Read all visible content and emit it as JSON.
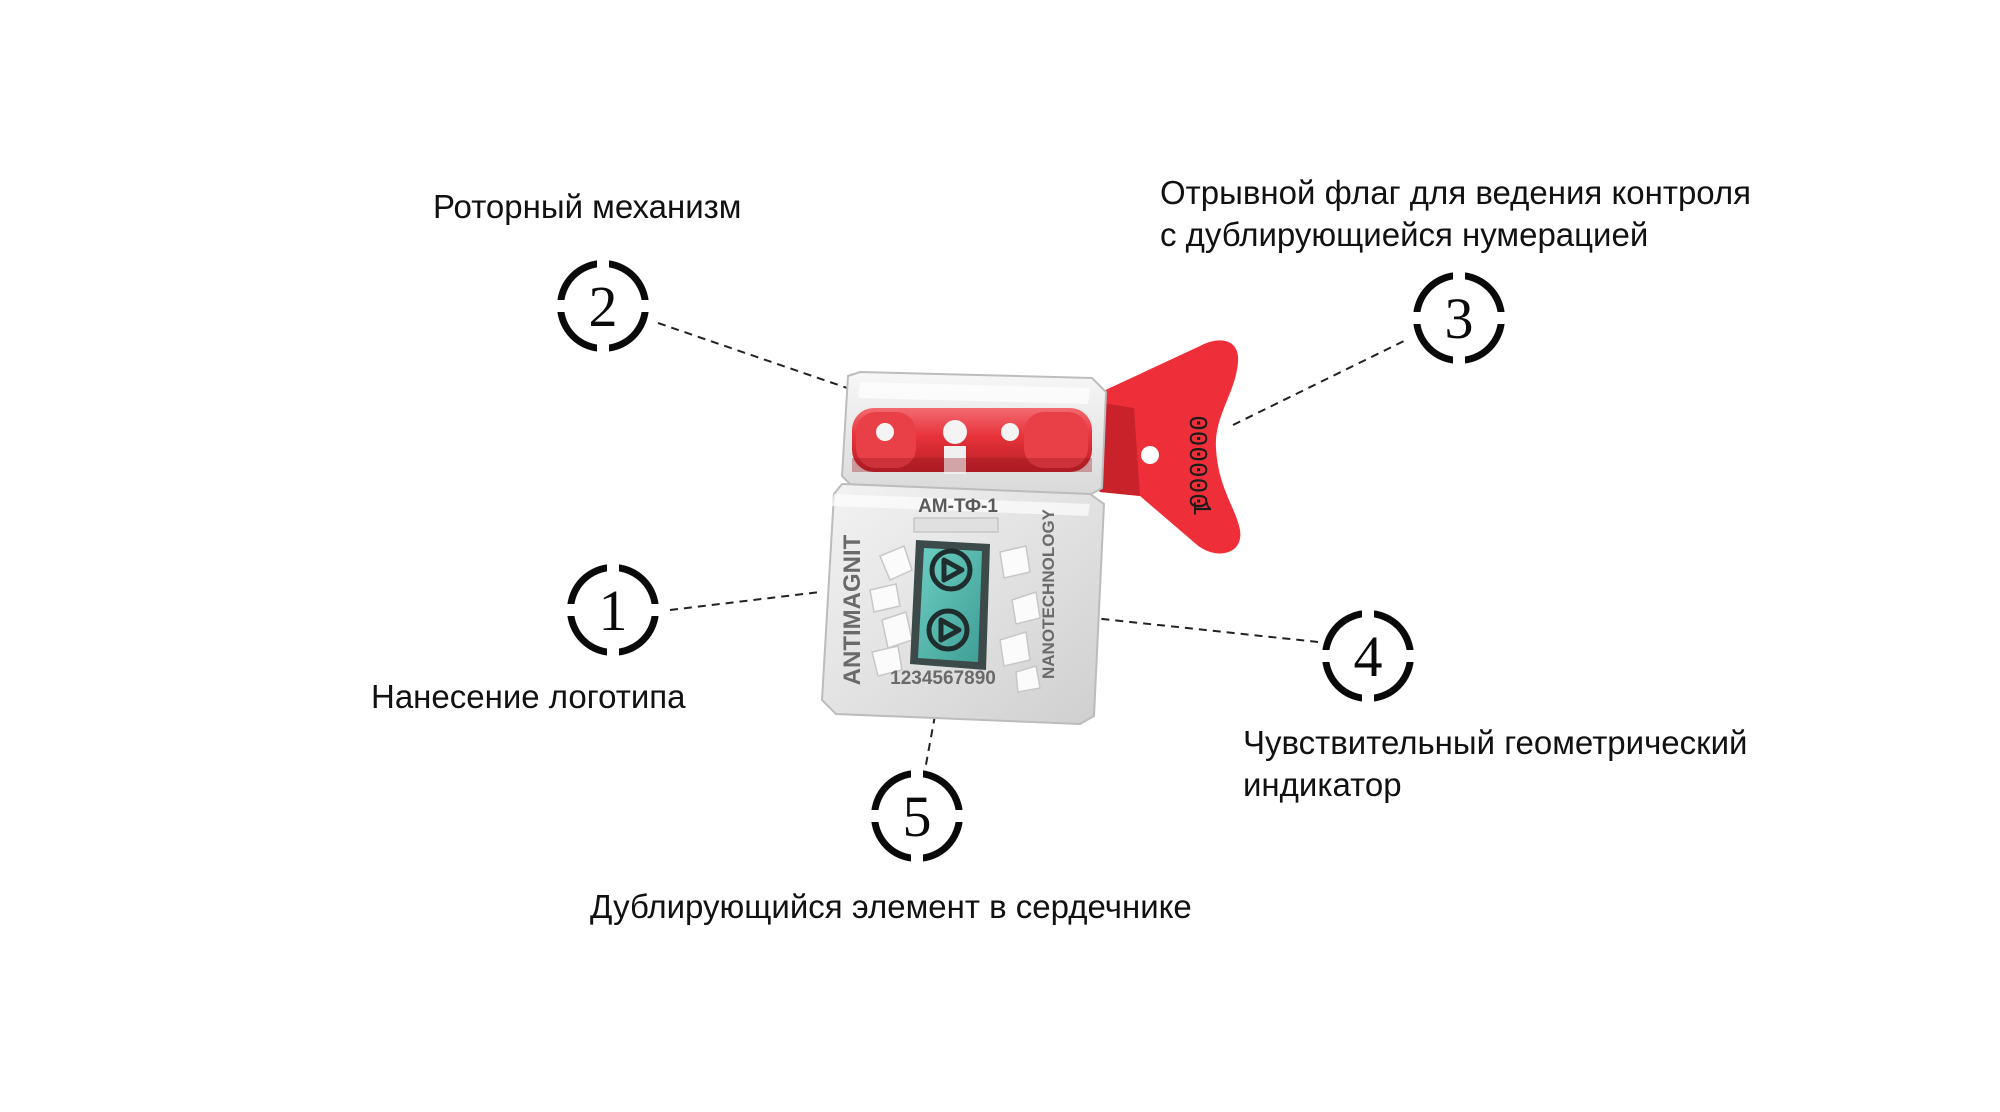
{
  "callouts": [
    {
      "id": "1",
      "number": "1",
      "text": "Нанесение логотипа"
    },
    {
      "id": "2",
      "number": "2",
      "text": "Роторный механизм"
    },
    {
      "id": "3",
      "number": "3",
      "text": "Отрывной флаг для ведения  контроля\nс дублирующиейся нумерацией"
    },
    {
      "id": "4",
      "number": "4",
      "text": "Чувствительный геометрический\nиндикатор"
    },
    {
      "id": "5",
      "number": "5",
      "text": "Дублирующийся элемент в сердечнике"
    }
  ],
  "device": {
    "model": "АМ-ТФ-1",
    "brand": "ANTIMAGNIT",
    "tech": "NANOTECHNOLOGY",
    "serial": "1234567890",
    "flag_number": "000000",
    "flag_digit": "1"
  },
  "colors": {
    "body": "#e6e6e6",
    "rotor": "#e8323a",
    "flag": "#ee2f3a",
    "indicator": "#4fb7ad",
    "marker": "#0a0a0a"
  }
}
